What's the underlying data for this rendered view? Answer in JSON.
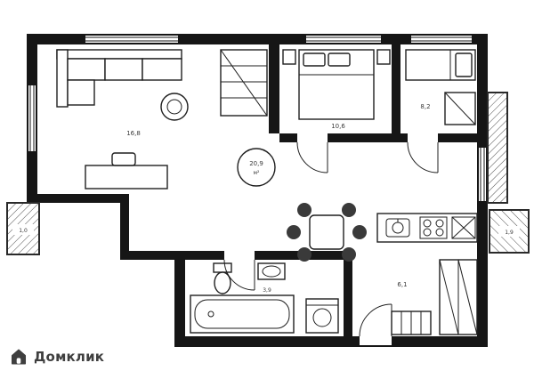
{
  "app": {
    "watermark": "Домклик"
  },
  "plan": {
    "labels": {
      "stamp_area": "20,9",
      "stamp_unit": "м²",
      "living": "16,8",
      "bedroom_main": "10,6",
      "bedroom_second": "8,2",
      "bathroom": "3,9",
      "hallway": "6,1",
      "balcony_left": "1,0",
      "balcony_right": "1,9"
    },
    "colors": {
      "walls": "#161616",
      "logo": "#3f3f3f"
    }
  }
}
